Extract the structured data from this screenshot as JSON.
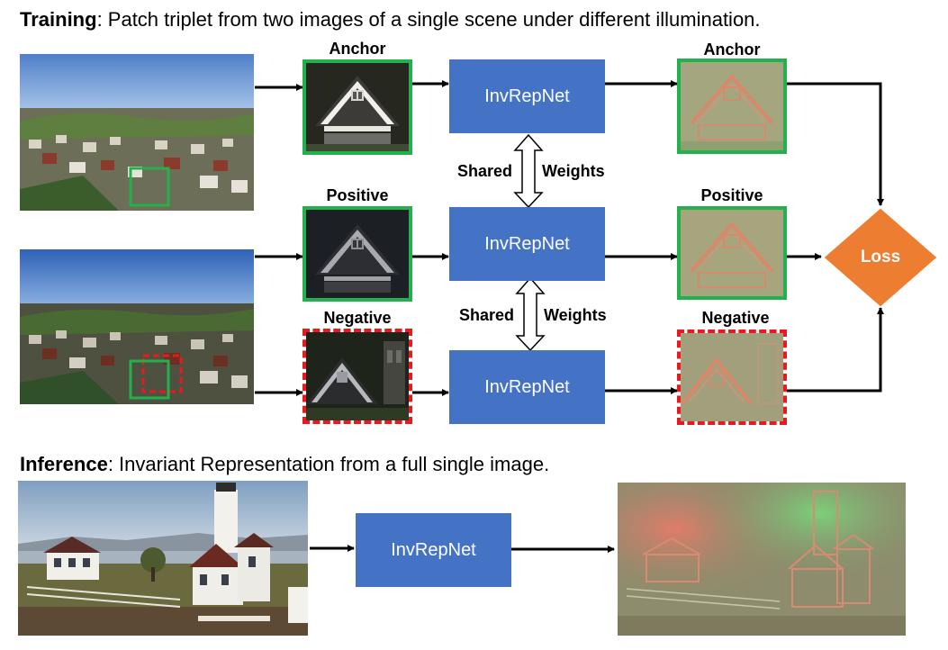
{
  "training": {
    "title_bold": "Training",
    "title_rest": ": Patch triplet from two images of a single scene under different illumination."
  },
  "inference": {
    "title_bold": "Inference",
    "title_rest": ": Invariant Representation from a full single image."
  },
  "labels": {
    "anchor_in": "Anchor",
    "positive_in": "Positive",
    "negative_in": "Negative",
    "anchor_out": "Anchor",
    "positive_out": "Positive",
    "negative_out": "Negative",
    "shared_1": "Shared",
    "weights_1": "Weights",
    "shared_2": "Shared",
    "weights_2": "Weights",
    "loss": "Loss"
  },
  "networks": {
    "net_1": "InvRepNet",
    "net_2": "InvRepNet",
    "net_3": "InvRepNet",
    "net_inference": "InvRepNet"
  },
  "colors": {
    "network_fill": "#4472C4",
    "loss_fill": "#ED7D31",
    "positive_border": "#22B14C",
    "negative_border": "#E8191F",
    "arrow": "#000000"
  }
}
